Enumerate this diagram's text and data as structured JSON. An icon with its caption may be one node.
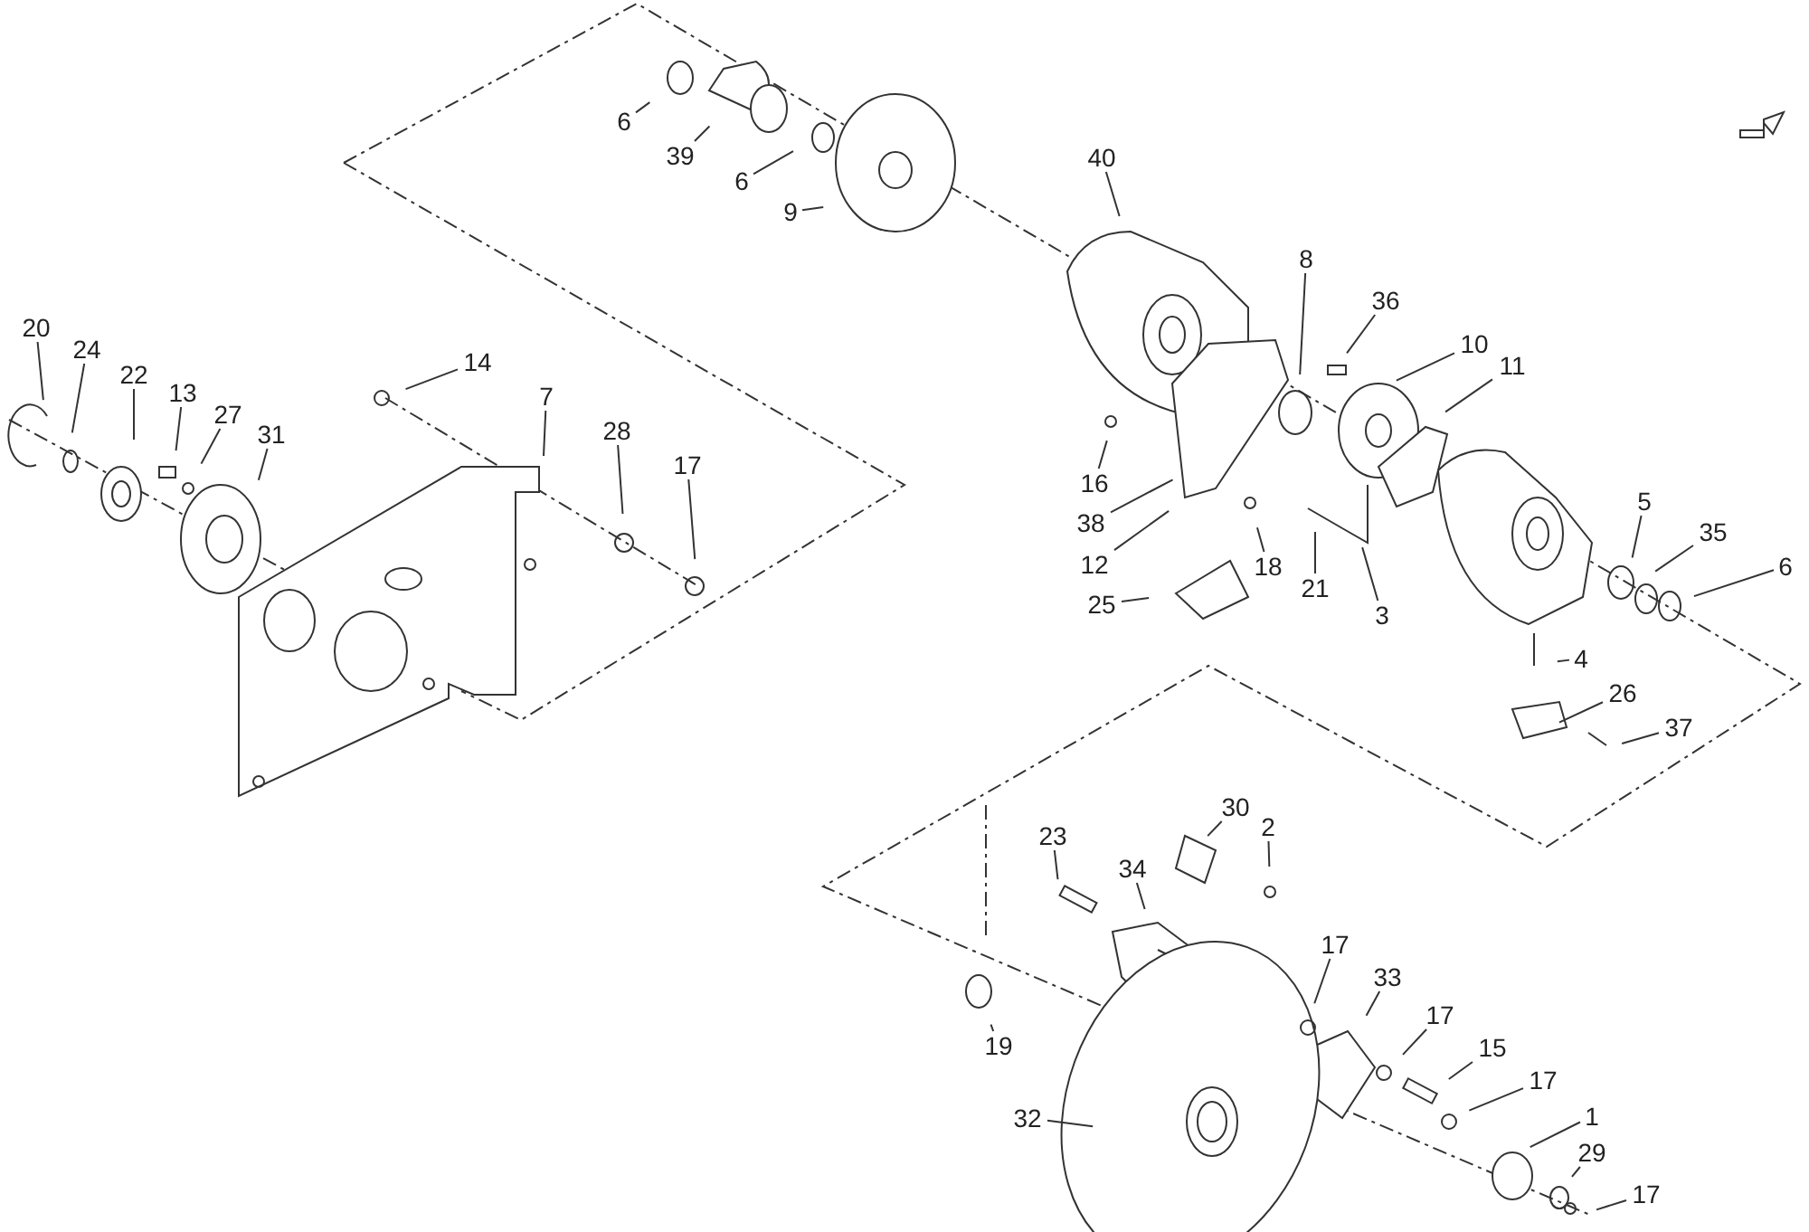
{
  "diagram": {
    "nodes": [
      {
        "text": [
          "6"
        ]
      },
      {
        "text": [
          "39"
        ]
      },
      {
        "text": [
          "6"
        ]
      },
      {
        "text": [
          "9"
        ]
      },
      {
        "text": [
          "40"
        ]
      },
      {
        "text": [
          "8"
        ]
      },
      {
        "text": [
          "36"
        ]
      },
      {
        "text": [
          "10"
        ]
      },
      {
        "text": [
          "11"
        ]
      },
      {
        "text": [
          "20"
        ]
      },
      {
        "text": [
          "24"
        ]
      },
      {
        "text": [
          "22"
        ]
      },
      {
        "text": [
          "13"
        ]
      },
      {
        "text": [
          "27"
        ]
      },
      {
        "text": [
          "31"
        ]
      },
      {
        "text": [
          "14"
        ]
      },
      {
        "text": [
          "7"
        ]
      },
      {
        "text": [
          "28"
        ]
      },
      {
        "text": [
          "17"
        ]
      },
      {
        "text": [
          "16"
        ]
      },
      {
        "text": [
          "38"
        ]
      },
      {
        "text": [
          "12"
        ]
      },
      {
        "text": [
          "18"
        ]
      },
      {
        "text": [
          "21"
        ]
      },
      {
        "text": [
          "3"
        ]
      },
      {
        "text": [
          "25"
        ]
      },
      {
        "text": [
          "5"
        ]
      },
      {
        "text": [
          "35"
        ]
      },
      {
        "text": [
          "6"
        ]
      },
      {
        "text": [
          "4"
        ]
      },
      {
        "text": [
          "26"
        ]
      },
      {
        "text": [
          "37"
        ]
      },
      {
        "text": [
          "30"
        ]
      },
      {
        "text": [
          "2"
        ]
      },
      {
        "text": [
          "23"
        ]
      },
      {
        "text": [
          "34"
        ]
      },
      {
        "text": [
          "17"
        ]
      },
      {
        "text": [
          "33"
        ]
      },
      {
        "text": [
          "17"
        ]
      },
      {
        "text": [
          "15"
        ]
      },
      {
        "text": [
          "17"
        ]
      },
      {
        "text": [
          "1"
        ]
      },
      {
        "text": [
          "29"
        ]
      },
      {
        "text": [
          "17"
        ]
      },
      {
        "text": [
          "19"
        ]
      },
      {
        "text": [
          "32"
        ]
      }
    ],
    "edges": [
      {
        "from": 0,
        "to": null,
        "arrow": "none"
      },
      {
        "from": 1,
        "to": null,
        "arrow": "none"
      },
      {
        "from": 2,
        "to": null,
        "arrow": "none"
      },
      {
        "from": 3,
        "to": null,
        "arrow": "none"
      },
      {
        "from": 4,
        "to": null,
        "arrow": "none"
      },
      {
        "from": 5,
        "to": null,
        "arrow": "none"
      },
      {
        "from": 6,
        "to": null,
        "arrow": "none"
      },
      {
        "from": 7,
        "to": null,
        "arrow": "none"
      },
      {
        "from": 8,
        "to": null,
        "arrow": "none"
      },
      {
        "from": 9,
        "to": null,
        "arrow": "none"
      },
      {
        "from": 10,
        "to": null,
        "arrow": "none"
      },
      {
        "from": 11,
        "to": null,
        "arrow": "none"
      },
      {
        "from": 12,
        "to": null,
        "arrow": "none"
      },
      {
        "from": 13,
        "to": null,
        "arrow": "none"
      },
      {
        "from": 14,
        "to": null,
        "arrow": "none"
      },
      {
        "from": 15,
        "to": null,
        "arrow": "none"
      },
      {
        "from": 16,
        "to": null,
        "arrow": "none"
      },
      {
        "from": 17,
        "to": null,
        "arrow": "none"
      },
      {
        "from": 18,
        "to": null,
        "arrow": "none"
      },
      {
        "from": 19,
        "to": null,
        "arrow": "none"
      },
      {
        "from": 20,
        "to": null,
        "arrow": "none"
      },
      {
        "from": 21,
        "to": null,
        "arrow": "none"
      },
      {
        "from": 22,
        "to": null,
        "arrow": "none"
      },
      {
        "from": 23,
        "to": null,
        "arrow": "none"
      },
      {
        "from": 24,
        "to": null,
        "arrow": "none"
      },
      {
        "from": 25,
        "to": null,
        "arrow": "none"
      },
      {
        "from": 26,
        "to": null,
        "arrow": "none"
      },
      {
        "from": 27,
        "to": null,
        "arrow": "none"
      },
      {
        "from": 28,
        "to": null,
        "arrow": "none"
      },
      {
        "from": 29,
        "to": null,
        "arrow": "none"
      },
      {
        "from": 30,
        "to": null,
        "arrow": "none"
      },
      {
        "from": 31,
        "to": null,
        "arrow": "none"
      },
      {
        "from": 32,
        "to": null,
        "arrow": "none"
      },
      {
        "from": 33,
        "to": null,
        "arrow": "none"
      },
      {
        "from": 34,
        "to": null,
        "arrow": "none"
      },
      {
        "from": 35,
        "to": null,
        "arrow": "none"
      },
      {
        "from": 36,
        "to": null,
        "arrow": "none"
      },
      {
        "from": 37,
        "to": null,
        "arrow": "none"
      },
      {
        "from": 38,
        "to": null,
        "arrow": "none"
      },
      {
        "from": 39,
        "to": null,
        "arrow": "none"
      },
      {
        "from": 40,
        "to": null,
        "arrow": "none"
      },
      {
        "from": 41,
        "to": null,
        "arrow": "none"
      },
      {
        "from": 42,
        "to": null,
        "arrow": "none"
      },
      {
        "from": 43,
        "to": null,
        "arrow": "none"
      },
      {
        "from": 44,
        "to": null,
        "arrow": "none"
      },
      {
        "from": 45,
        "to": null,
        "arrow": "none"
      }
    ]
  }
}
